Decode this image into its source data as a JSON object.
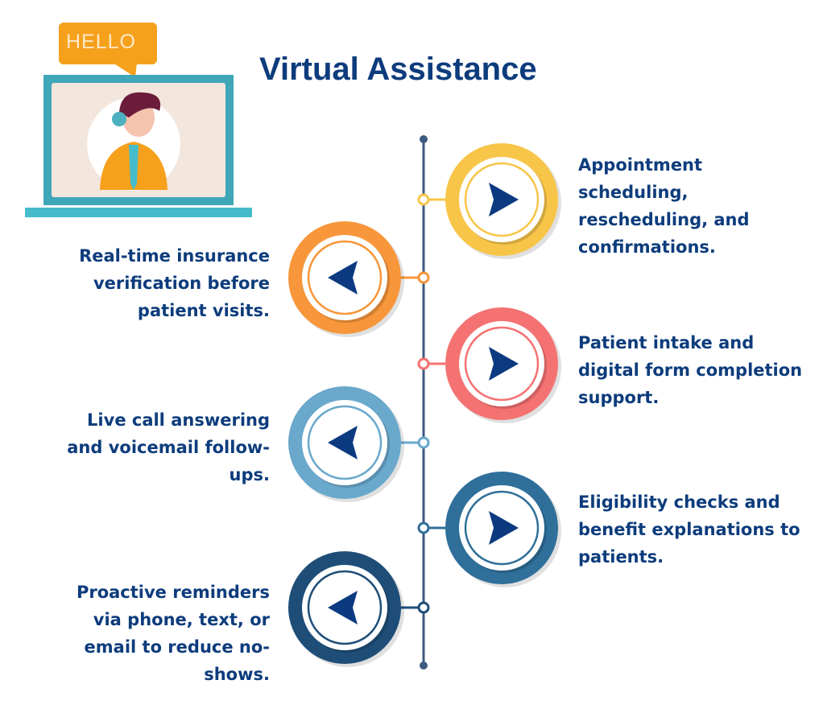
{
  "title": "Virtual Assistance",
  "illustration": {
    "speech_bubble": "HELLO"
  },
  "colors": {
    "text": "#0d3c7c",
    "timeline": "#3d5a80"
  },
  "items": [
    {
      "text": "Appointment scheduling, rescheduling, and confirmations.",
      "side": "right",
      "color": "#f7c548",
      "icon": "arrow-right-icon"
    },
    {
      "text": "Real-time insurance verification before patient visits.",
      "side": "left",
      "color": "#f7963a",
      "icon": "arrow-left-icon"
    },
    {
      "text": "Patient intake and digital form completion support.",
      "side": "right",
      "color": "#f47272",
      "icon": "arrow-right-icon"
    },
    {
      "text": "Live call answering and voicemail follow-ups.",
      "side": "left",
      "color": "#6aa8cc",
      "icon": "arrow-left-icon"
    },
    {
      "text": "Eligibility checks and benefit explanations to patients.",
      "side": "right",
      "color": "#2f6f9a",
      "icon": "arrow-right-icon"
    },
    {
      "text": "Proactive reminders via phone, text, or email to reduce no-shows.",
      "side": "left",
      "color": "#1e4e78",
      "icon": "arrow-left-icon"
    }
  ]
}
